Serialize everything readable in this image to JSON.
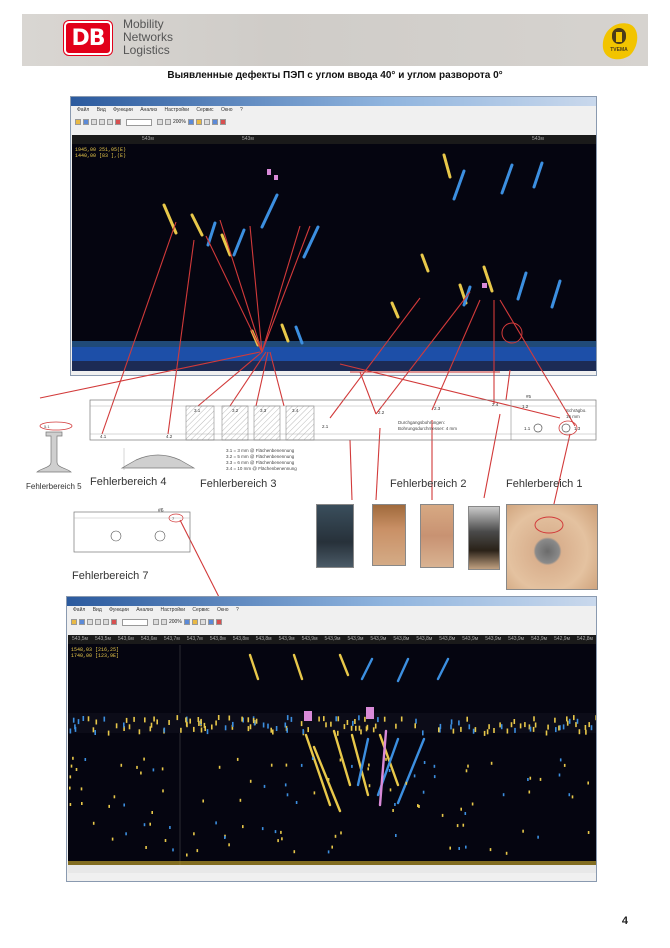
{
  "header": {
    "logo_text": "DB",
    "brand_lines": [
      "Mobility",
      "Networks",
      "Logistics"
    ],
    "partner_logo_text": "TVEMA"
  },
  "page_title": "Выявленные дефекты ПЭП с углом ввода 40° и углом разворота 0°",
  "window_top": {
    "menu": [
      "Файл",
      "Вид",
      "Функции",
      "Анализ",
      "Настройки",
      "Сервис",
      "Окно",
      "?"
    ],
    "km_marks": [
      "543м",
      "543м",
      "543м"
    ],
    "info_lines": [
      "1945,00",
      "1440,00"
    ],
    "info_lines_b": [
      "251,05(E)",
      "[83 ],(E)"
    ],
    "zoom": "200%"
  },
  "fehlerbereiche": {
    "fb5": "Fehlerbereich 5",
    "fb4": "Fehlerbereich 4",
    "fb3": "Fehlerbereich 3",
    "fb2": "Fehlerbereich 2",
    "fb1": "Fehlerbereich 1",
    "fb7": "Fehlerbereich 7"
  },
  "diagram_marks": {
    "m1": "3.1",
    "m2": "3.2",
    "m3": "3.3",
    "m4": "3.4",
    "m5": "4.1",
    "m6": "4.2",
    "m7": "2.1",
    "m8": "2.2",
    "m9": "2.3",
    "m10": "1.1",
    "m11": "1.2",
    "m12": "#5",
    "m13": "#6",
    "m14": "2.4",
    "m15": "1.3",
    "m16": "5.1",
    "m17": "7"
  },
  "legend_lines": [
    "3.1 = 3 mm  @ Flächenbenennung",
    "3.2 = 5 mm  @ Flächenbenennung",
    "3.3 = 6 mm  @ Flächenbenennung",
    "3.4 = 10 mm @ Flächenbenennung"
  ],
  "note_lines": [
    "Durchgangsbohrungen:",
    "Bohrungsdurchmesser: 4 mm"
  ],
  "note_fb1": [
    "Schrägbo.",
    "16 mm"
  ],
  "window_bottom": {
    "menu": [
      "Файл",
      "Вид",
      "Функции",
      "Анализ",
      "Настройки",
      "Сервис",
      "Окно",
      "?"
    ],
    "km_marks": [
      "543,5м",
      "543,5м",
      "543,6м",
      "543,6м",
      "543,7м",
      "543,7м",
      "543,8м",
      "543,8м",
      "543,8м",
      "543,9м",
      "543,9м",
      "543,9м",
      "543,9м",
      "543,9м",
      "543,8м",
      "543,8м",
      "543,8м",
      "543,9м",
      "543,9м",
      "543,9м",
      "543,9м",
      "542,9м",
      "542,8м"
    ],
    "info_lines": [
      "1548,03",
      "1740,00"
    ],
    "info_lines_b": [
      "[216,25]",
      "[123,9E]"
    ],
    "zoom": "200%"
  },
  "page_number": "4",
  "colors": {
    "db_red": "#e2001a",
    "scan_bg": "#050510",
    "signal_yellow": "#e8c84a",
    "signal_blue": "#3c8fe0",
    "signal_pink": "#d98ad8",
    "arrow_red": "#d23a3a"
  }
}
